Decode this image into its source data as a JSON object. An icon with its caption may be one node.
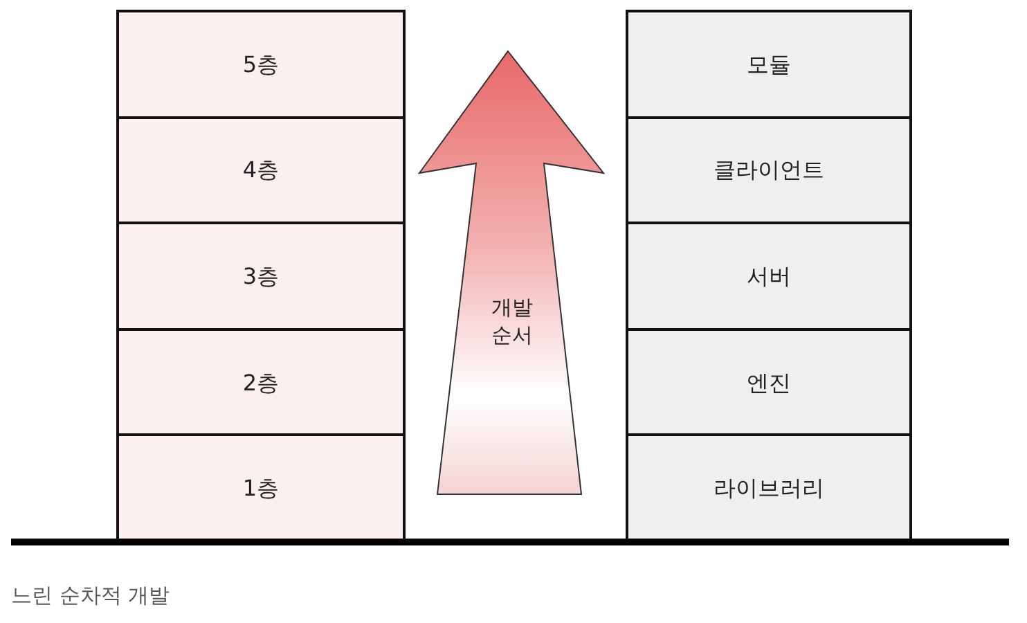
{
  "diagram": {
    "caption": "느린 순차적 개발",
    "nodes": [
      {
        "text": [
          "5층"
        ]
      },
      {
        "text": [
          "4층"
        ]
      },
      {
        "text": [
          "3층"
        ]
      },
      {
        "text": [
          "2층"
        ]
      },
      {
        "text": [
          "1층"
        ]
      },
      {
        "text": [
          "개발 순서"
        ]
      },
      {
        "text": [
          "모듈"
        ]
      },
      {
        "text": [
          "클라이언트"
        ]
      },
      {
        "text": [
          "서버"
        ]
      },
      {
        "text": [
          "엔진"
        ]
      },
      {
        "text": [
          "라이브러리"
        ]
      }
    ]
  }
}
